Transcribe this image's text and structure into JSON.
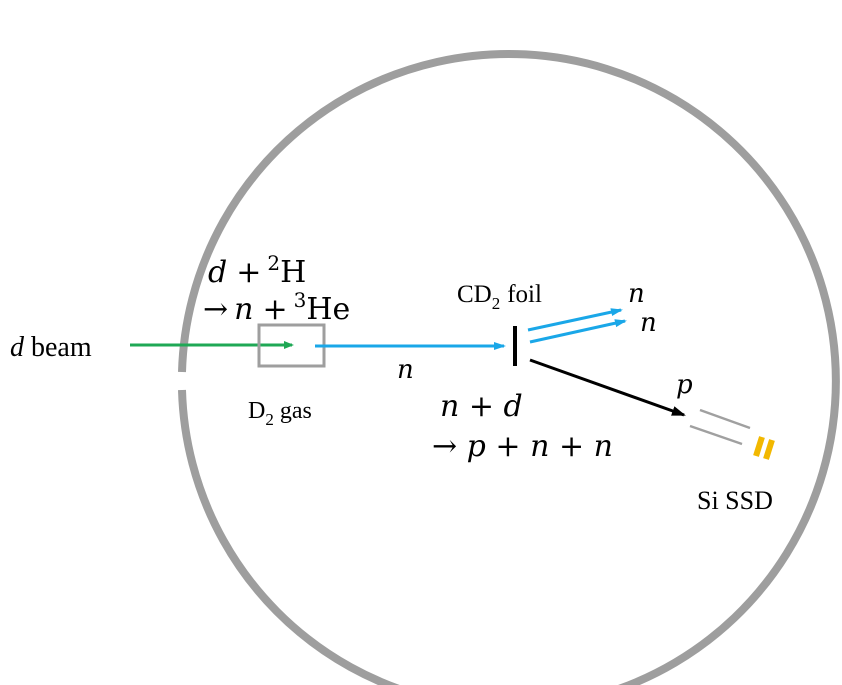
{
  "colors": {
    "chamber": "#9e9e9e",
    "beam": "#1fa855",
    "neutron": "#1aa7e8",
    "proton": "#000000",
    "detector": "#f2b800",
    "gas_cell": "#9e9e9e",
    "background": "#ffffff"
  },
  "labels": {
    "d_beam_d": "d",
    "d_beam_rest": "beam",
    "reaction1_line1": {
      "a": "d",
      "b": "+",
      "c": "2",
      "d": "H"
    },
    "reaction1_line2": {
      "arrow": "→",
      "a": "n",
      "b": "+",
      "c": "3",
      "d": "He"
    },
    "gas_label": {
      "a": "D",
      "b": "2",
      "c": "gas"
    },
    "n_center": "n",
    "foil_label": {
      "a": "CD",
      "b": "2",
      "c": "foil"
    },
    "n_out1": "n",
    "n_out2": "n",
    "p_label": "p",
    "reaction2_line1": "n + d",
    "reaction2_line2": "→ p + n + n",
    "detector_label": "Si SSD"
  }
}
